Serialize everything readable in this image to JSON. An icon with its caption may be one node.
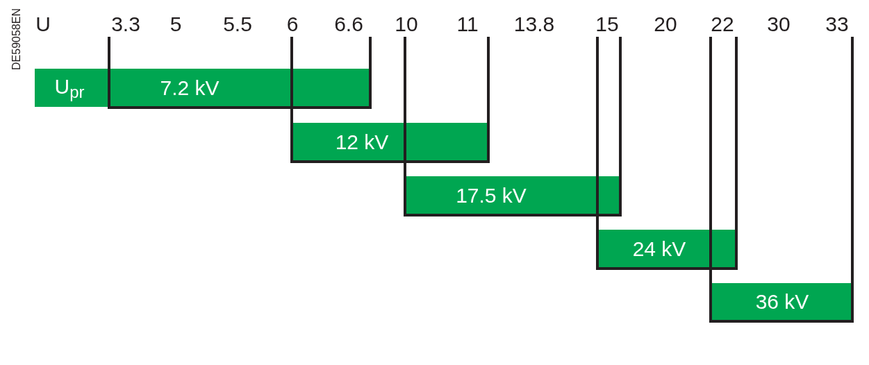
{
  "diagram": {
    "nodes": [
      {
        "text": [
          "U$_{pr}$"
        ]
      },
      {
        "text": [
          "7.2 kV"
        ]
      },
      {
        "text": [
          "12 kV"
        ]
      },
      {
        "text": [
          "17.5 kV"
        ]
      },
      {
        "text": [
          "24 kV"
        ]
      },
      {
        "text": [
          "36 kV"
        ]
      }
    ],
    "labels": [
      "DE59058EN",
      "U",
      "3.3",
      "5",
      "5.5",
      "6",
      "6.6",
      "10",
      "11",
      "13.8",
      "15",
      "20",
      "22",
      "30",
      "33"
    ]
  }
}
